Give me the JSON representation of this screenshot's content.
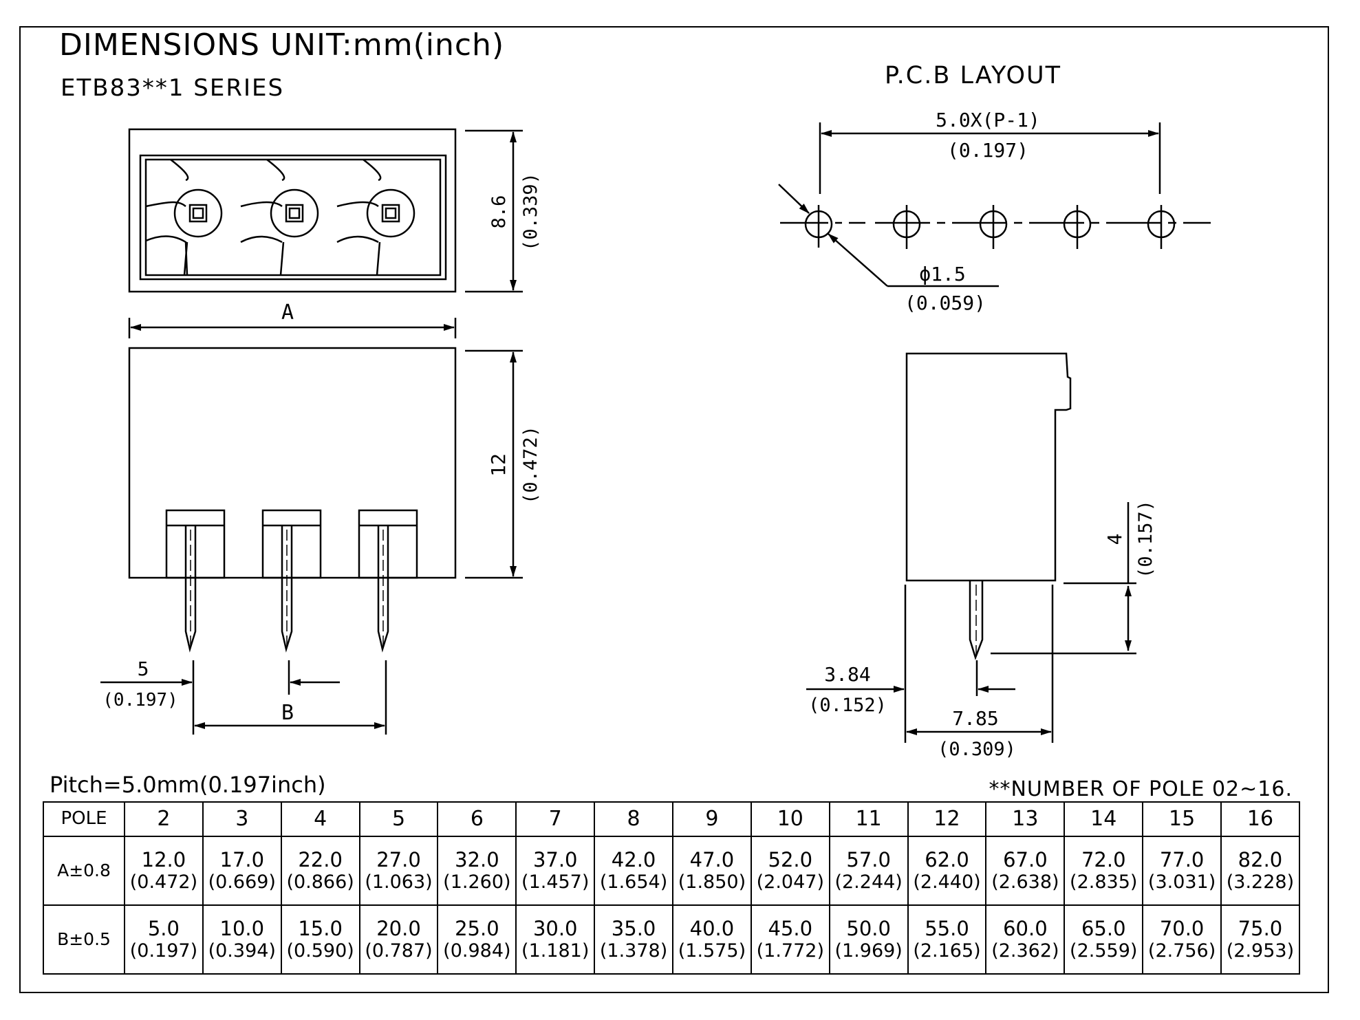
{
  "header": {
    "title": "DIMENSIONS  UNIT:mm(inch)",
    "series": "ETB83**1  SERIES",
    "pcb_title": "P.C.B LAYOUT"
  },
  "dimensions": {
    "top_height": "8.6",
    "top_height_inch": "(0.339)",
    "width_label": "A",
    "front_height": "12",
    "front_height_inch": "(0.472)",
    "pitch": "5",
    "pitch_inch": "(0.197)",
    "pin_span_label": "B",
    "pcb_span": "5.0X(P-1)",
    "pcb_span_inch": "(0.197)",
    "hole_dia": "ϕ1.5",
    "hole_dia_inch": "(0.059)",
    "pin_length": "4",
    "pin_length_inch": "(0.157)",
    "pin_offset": "3.84",
    "pin_offset_inch": "(0.152)",
    "depth": "7.85",
    "depth_inch": "(0.309)"
  },
  "notes": {
    "pitch": "Pitch=5.0mm(0.197inch)",
    "poles": "**NUMBER OF POLE 02~16."
  },
  "table": {
    "header_label": "POLE",
    "poles": [
      "2",
      "3",
      "4",
      "5",
      "6",
      "7",
      "8",
      "9",
      "10",
      "11",
      "12",
      "13",
      "14",
      "15",
      "16"
    ],
    "rows": [
      {
        "label": "A±0.8",
        "mm": [
          "12.0",
          "17.0",
          "22.0",
          "27.0",
          "32.0",
          "37.0",
          "42.0",
          "47.0",
          "52.0",
          "57.0",
          "62.0",
          "67.0",
          "72.0",
          "77.0",
          "82.0"
        ],
        "inch": [
          "(0.472)",
          "(0.669)",
          "(0.866)",
          "(1.063)",
          "(1.260)",
          "(1.457)",
          "(1.654)",
          "(1.850)",
          "(2.047)",
          "(2.244)",
          "(2.440)",
          "(2.638)",
          "(2.835)",
          "(3.031)",
          "(3.228)"
        ]
      },
      {
        "label": "B±0.5",
        "mm": [
          "5.0",
          "10.0",
          "15.0",
          "20.0",
          "25.0",
          "30.0",
          "35.0",
          "40.0",
          "45.0",
          "50.0",
          "55.0",
          "60.0",
          "65.0",
          "70.0",
          "75.0"
        ],
        "inch": [
          "(0.197)",
          "(0.394)",
          "(0.590)",
          "(0.787)",
          "(0.984)",
          "(1.181)",
          "(1.378)",
          "(1.575)",
          "(1.772)",
          "(1.969)",
          "(2.165)",
          "(2.362)",
          "(2.559)",
          "(2.756)",
          "(2.953)"
        ]
      }
    ]
  }
}
